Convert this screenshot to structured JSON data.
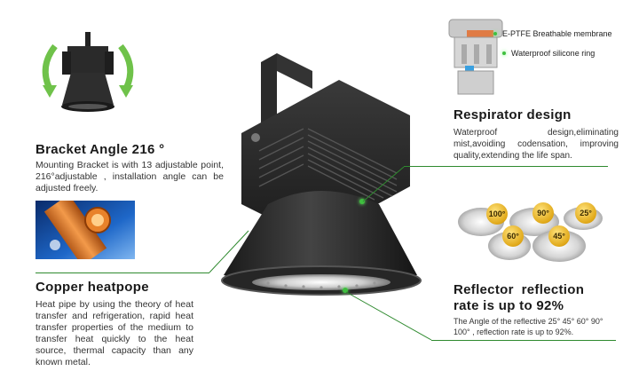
{
  "bracket": {
    "title": "Bracket Angle 216 °",
    "description": "Mounting Bracket is with 13 adjustable point, 216°adjustable , installation angle can be adjusted freely."
  },
  "copper": {
    "title": "Copper heatpope",
    "description": "Heat pipe by using the theory of heat transfer and refrigeration, rapid heat transfer properties of the medium to transfer heat quickly to the heat source, thermal capacity than any known metal."
  },
  "respirator": {
    "title": "Respirator design",
    "description": "Waterproof design,eliminating mist,avoiding codensation, improving quality,extending the life span.",
    "label_membrane": "E-PTFE Breathable membrane",
    "label_ring": "Waterproof silicone ring"
  },
  "reflector": {
    "title_line1": "Reflector  reflection",
    "title_line2": "rate is up to 92%",
    "description": "The Angle of the reflective 25° 45° 60° 90° 100° , reflection rate is up to 92%.",
    "angles": [
      "100°",
      "90°",
      "25°",
      "60°",
      "45°"
    ]
  },
  "colors": {
    "accent_green": "#2f8a2f",
    "dot_green": "#3fbf3f",
    "badge_gold": "#e0a818"
  }
}
